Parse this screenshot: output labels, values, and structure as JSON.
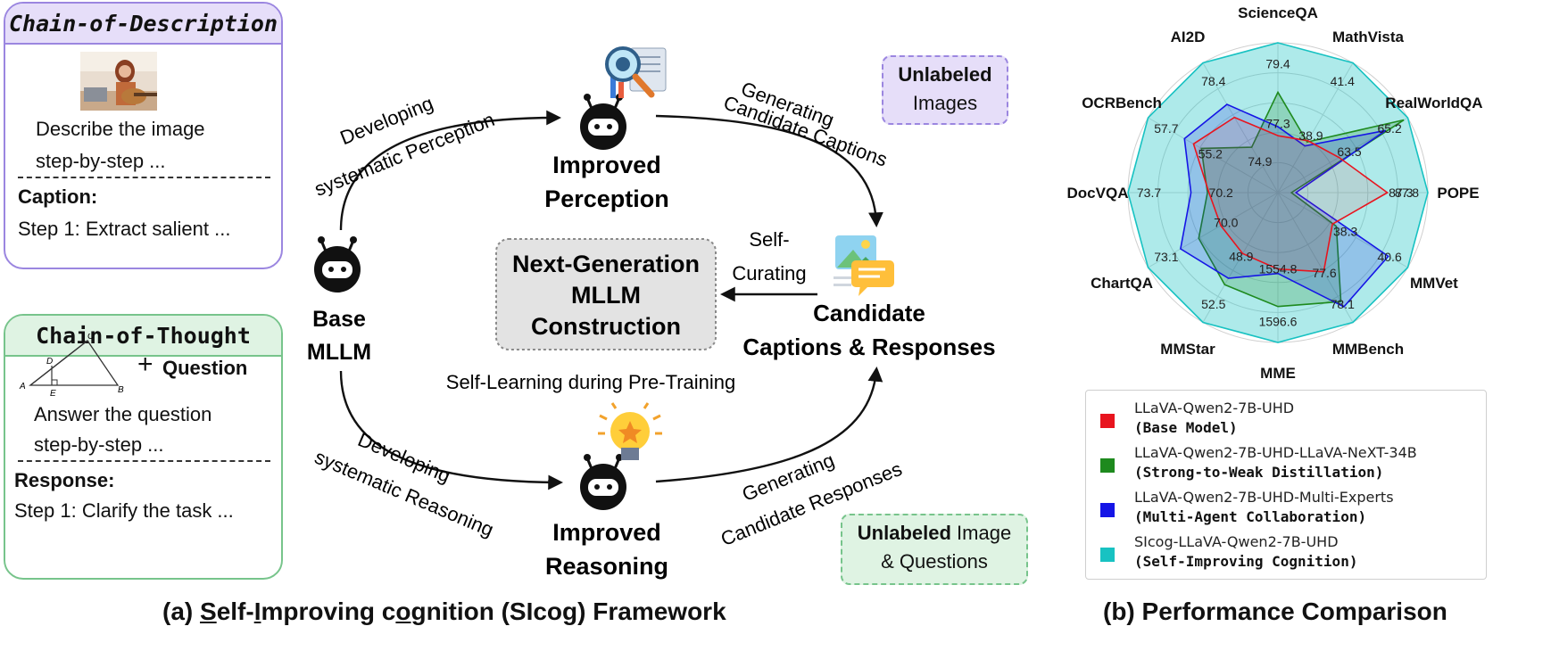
{
  "panel_a": {
    "chain_of_description": {
      "title": "Chain-of-Description",
      "line1": "Describe the image",
      "line2": "step-by-step ...",
      "caption_label": "Caption:",
      "caption_text": "Step 1: Extract salient ..."
    },
    "chain_of_thought": {
      "title": "Chain-of-Thought",
      "plus": "+",
      "question": "Question",
      "line1": "Answer the question",
      "line2": "step-by-step ...",
      "response_label": "Response:",
      "response_text": "Step 1: Clarify the task ...",
      "tri_labels": {
        "a": "A",
        "b": "B",
        "c": "C",
        "d": "D",
        "e": "E"
      }
    },
    "base_mllm": [
      "Base",
      "MLLM"
    ],
    "improved_perception": [
      "Improved",
      "Perception"
    ],
    "improved_reasoning": [
      "Improved",
      "Reasoning"
    ],
    "candidate": [
      "Candidate",
      "Captions & Responses"
    ],
    "next_gen": [
      "Next-Generation",
      "MLLM",
      "Construction"
    ],
    "dev_perception": [
      "Developing",
      "systematic Perception"
    ],
    "dev_reasoning": [
      "Developing",
      "systematic Reasoning"
    ],
    "gen_captions": [
      "Generating",
      "Candidate Captions"
    ],
    "gen_responses": [
      "Generating",
      "Candidate Responses"
    ],
    "self_curating": [
      "Self-",
      "Curating"
    ],
    "self_learning": "Self-Learning during Pre-Training",
    "unlabeled_images": {
      "bold": "Unlabeled",
      "rest": "Images"
    },
    "unlabeled_iq": {
      "bold": "Unlabeled",
      "rest1": " Image",
      "rest2": "& Questions"
    },
    "caption": {
      "prefix": "(a) ",
      "s": "S",
      "elf": "elf-",
      "i": "I",
      "mproving": "mproving c",
      "o": "o",
      "g": "g",
      "nition": "nition (SIcog) Framework"
    }
  },
  "chart_data": {
    "type": "radar",
    "title": "",
    "axes": [
      "ScienceQA",
      "MathVista",
      "RealWorldQA",
      "POPE",
      "MMVet",
      "MMBench",
      "MME",
      "MMStar",
      "ChartQA",
      "DocVQA",
      "OCRBench",
      "AI2D"
    ],
    "series": [
      {
        "name": "LLaVA-Qwen2-7B-UHD",
        "label": "(Base Model)",
        "color": "#e8141e",
        "fill": "rgba(232,20,30,0.10)",
        "norm": [
          0.38,
          0.4,
          0.47,
          0.73,
          0.42,
          0.61,
          0.51,
          0.47,
          0.44,
          0.46,
          0.65,
          0.58
        ]
      },
      {
        "name": "LLaVA-Qwen2-7B-UHD-LLaVA-NeXT-34B",
        "label": "(Strong-to-Weak Distillation)",
        "color": "#1e8a1e",
        "fill": "rgba(30,138,30,0.22)",
        "norm": [
          0.67,
          0.39,
          0.97,
          0.09,
          0.45,
          0.84,
          0.76,
          0.71,
          0.61,
          0.47,
          0.59,
          0.35
        ]
      },
      {
        "name": "LLaVA-Qwen2-7B-UHD-Multi-Experts",
        "label": "(Multi-Agent Collaboration)",
        "color": "#1515e6",
        "fill": "rgba(21,21,230,0.18)",
        "norm": [
          0.44,
          0.36,
          0.83,
          0.12,
          0.85,
          0.88,
          0.54,
          0.66,
          0.75,
          0.58,
          0.72,
          0.68
        ]
      },
      {
        "name": "SIcog-LLaVA-Qwen2-7B-UHD",
        "label": "(Self-Improving Cognition)",
        "color": "#18c2c2",
        "fill": "rgba(24,194,194,0.35)",
        "norm": [
          1.0,
          1.0,
          1.0,
          1.0,
          1.0,
          1.0,
          1.0,
          1.0,
          1.0,
          1.0,
          1.0,
          1.0
        ]
      }
    ],
    "value_labels": [
      "79.4",
      "41.4",
      "65.2",
      "87.8",
      "40.6",
      "78.1",
      "1596.6",
      "52.5",
      "73.1",
      "73.7",
      "57.7",
      "78.4",
      "77.3",
      "38.9",
      "63.5",
      "87.3",
      "38.3",
      "77.6",
      "1554.8",
      "48.9",
      "70.0",
      "70.2",
      "55.2",
      "74.9"
    ],
    "grid": true,
    "legend_placement": "bottom"
  },
  "panel_b_caption": "(b) Performance Comparison"
}
